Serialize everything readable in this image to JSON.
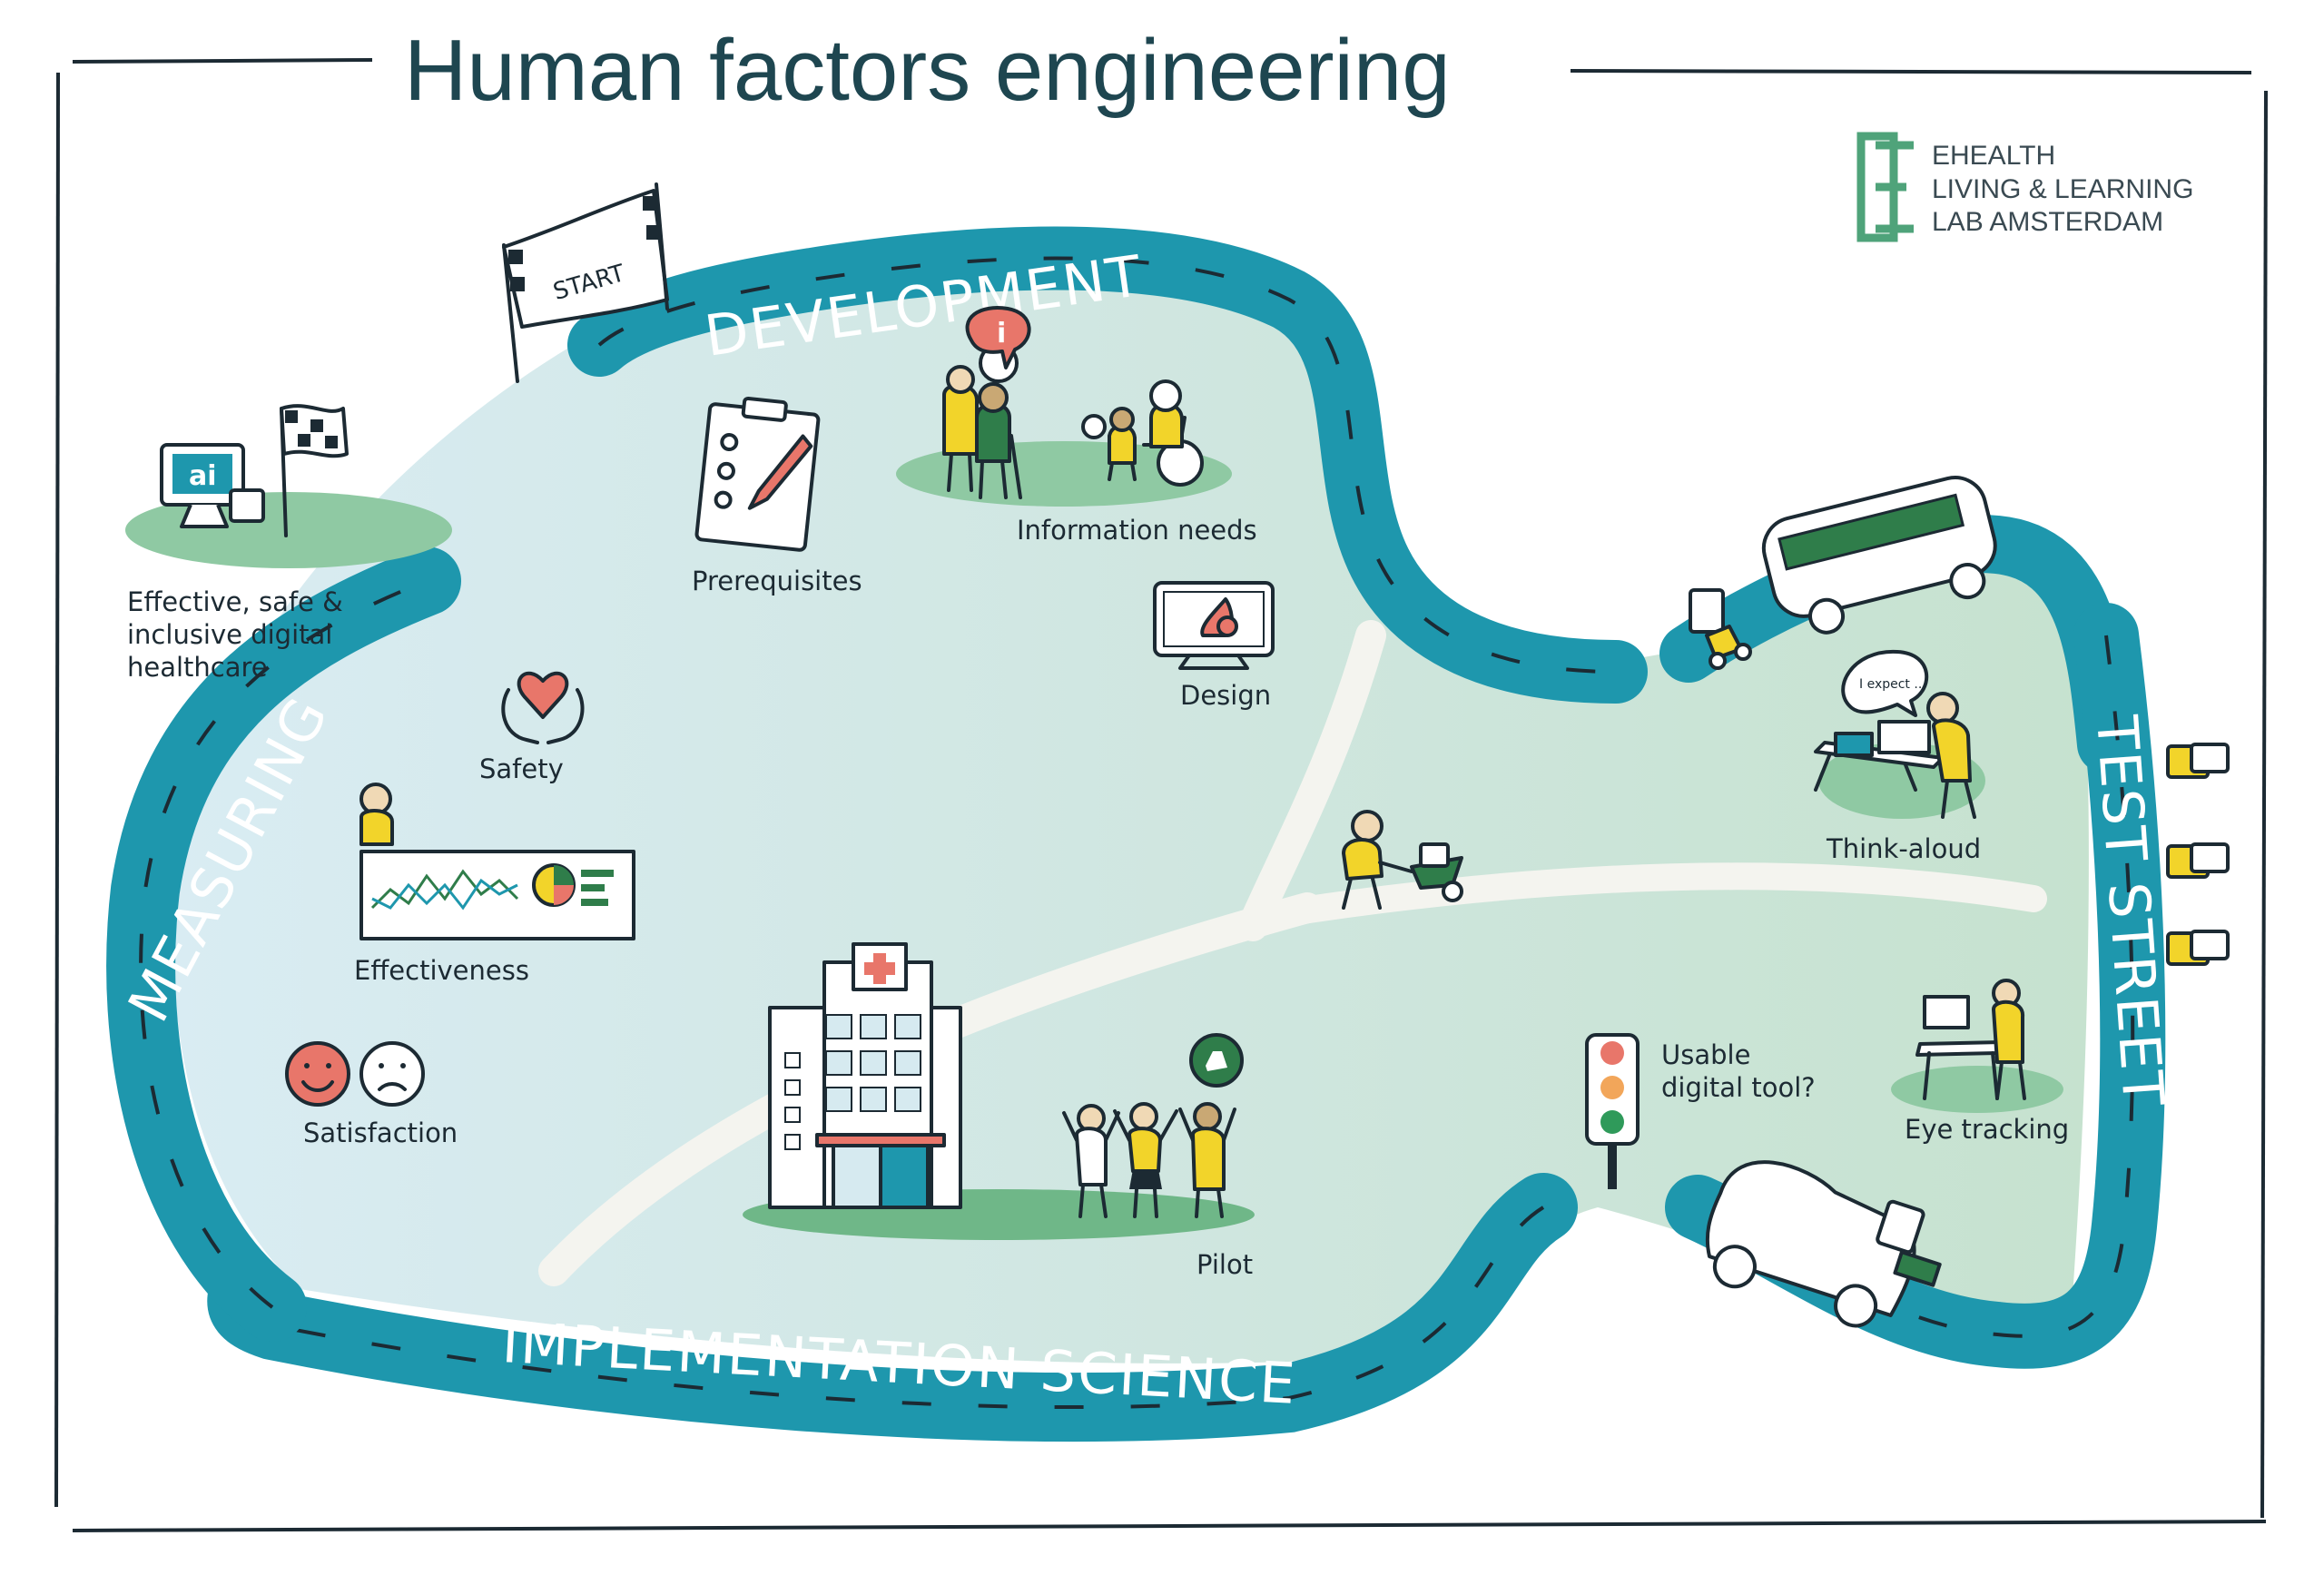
{
  "title": "Human factors engineering",
  "logo": {
    "lines": [
      "EHEALTH",
      "LIVING & LEARNING",
      "LAB AMSTERDAM"
    ],
    "color": "#4fa37a"
  },
  "road_sections": {
    "development": "DEVELOPMENT",
    "test_street": "TEST STREET",
    "implementation_science": "IMPLEMENTATION SCIENCE",
    "measuring": "MEASURING"
  },
  "start_flag": "START",
  "stations": {
    "goal": "Effective, safe & inclusive digital healthcare",
    "prerequisites": "Prerequisites",
    "information_needs": "Information needs",
    "design": "Design",
    "think_aloud": "Think-aloud",
    "think_aloud_bubble": "I expect ..",
    "eye_tracking": "Eye tracking",
    "usable_tool": "Usable digital tool?",
    "pilot": "Pilot",
    "safety": "Safety",
    "effectiveness": "Effectiveness",
    "satisfaction": "Satisfaction",
    "ai_screen": "ai"
  },
  "colors": {
    "road": "#1e97ad",
    "ground_blue": "#d6eaf0",
    "ground_green": "#c8e2d4",
    "patch_green": "#8fc9a3",
    "figure_yellow": "#f2d42a",
    "accent_red": "#e8766a",
    "dark_green": "#2f7d4a"
  }
}
